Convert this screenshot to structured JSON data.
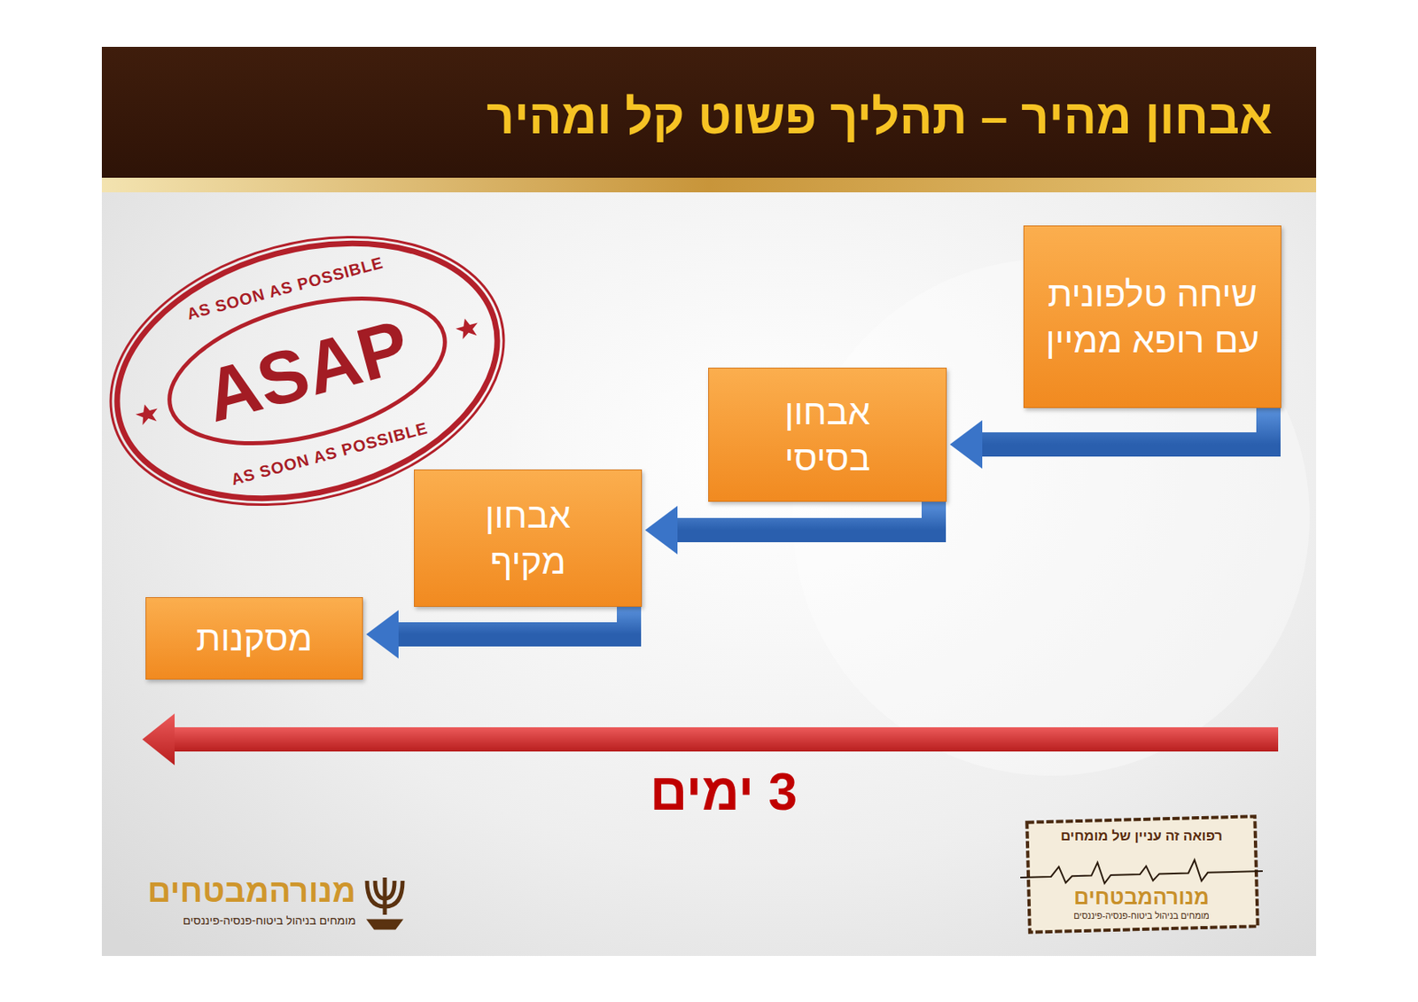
{
  "diagram": {
    "title": "אבחון מהיר – תהליך פשוט קל ומהיר",
    "nodes": [
      {
        "text": [
          "שיחה טלפונית עם רופא ממיין"
        ]
      },
      {
        "text": [
          "אבחון בסיסי"
        ]
      },
      {
        "text": [
          "אבחון מקיף"
        ]
      },
      {
        "text": [
          "מסקנות"
        ]
      }
    ],
    "edges": [
      {
        "from": 0,
        "to": 1,
        "arrow": "to"
      },
      {
        "from": 1,
        "to": 2,
        "arrow": "to"
      },
      {
        "from": 2,
        "to": 3,
        "arrow": "to"
      }
    ],
    "labels": [
      "AS SOON AS POSSIBLE",
      "ASAP",
      "AS SOON AS POSSIBLE",
      "3 ימים",
      "מנורהמבטחים",
      "מומחים בניהול ביטוח-פנסיה-פיננסים",
      "רפואה זה עניין של מומחים",
      "מנורהמבטחים",
      "מומחים בניהול ביטוח-פנסיה-פיננסים"
    ]
  }
}
